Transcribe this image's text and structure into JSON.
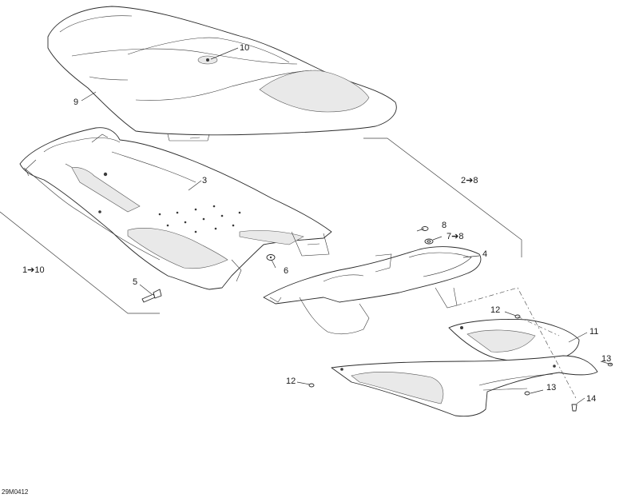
{
  "callouts": {
    "c10": "10",
    "c9": "9",
    "c3": "3",
    "c2to8": "2➔8",
    "c8": "8",
    "c7to8": "7➔8",
    "c4": "4",
    "c1to10": "1➔10",
    "c6": "6",
    "c5": "5",
    "c12a": "12",
    "c11": "11",
    "c13a": "13",
    "c12b": "12",
    "c13b": "13",
    "c14": "14"
  },
  "drawing_code": "29M0412"
}
